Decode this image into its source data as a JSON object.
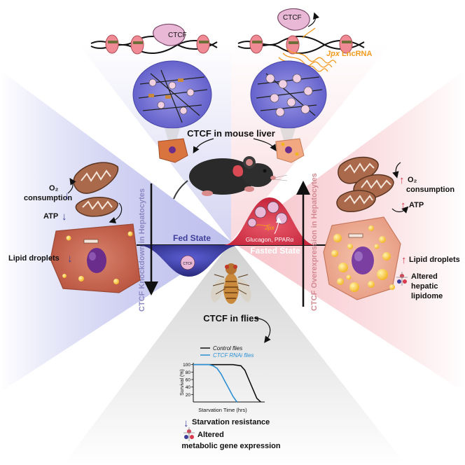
{
  "top": {
    "ctcf_left": "CTCF",
    "ctcf_right": "CTCF",
    "lncrna_italic": "Jpx",
    "lncrna_suffix": " LncRNA"
  },
  "mouse_label": "CTCF in mouse liver",
  "left_panel": {
    "o2": "O₂",
    "consumption": "consumption",
    "atp": "ATP",
    "lipid": "Lipid droplets",
    "vertical": "CTCF Knockdown in Hepatocytes"
  },
  "right_panel": {
    "o2": "O₂",
    "consumption": "consumption",
    "atp": "ATP",
    "lipid": "Lipid droplets",
    "altered": "Altered",
    "hepatic": "hepatic",
    "lipidome": "lipidome",
    "vertical": "CTCF Overexpression in Hepatocytes"
  },
  "center": {
    "fed": "Fed State",
    "fasted": "Fasted State",
    "glucagon": "Glucagon, PPARα",
    "jpx": "Jpx",
    "ctcf_small": "CTCF"
  },
  "flies": {
    "title": "CTCF in flies",
    "legend": [
      "Control flies",
      "CTCF RNAi flies"
    ],
    "resistance": "Starvation resistance",
    "altered1": "Altered",
    "altered2": "metabolic gene expression"
  },
  "chart_data": {
    "type": "line",
    "title": "",
    "xlabel": "Starvation Time (hrs)",
    "ylabel": "Survival (%)",
    "ylim": [
      0,
      105
    ],
    "yticks": [
      20,
      40,
      60,
      80,
      100
    ],
    "series": [
      {
        "name": "Control flies",
        "color": "#111111",
        "x": [
          0,
          10,
          20,
          30,
          40,
          50,
          60,
          65,
          70,
          75,
          80,
          85
        ],
        "y": [
          100,
          100,
          100,
          100,
          100,
          100,
          97,
          85,
          60,
          35,
          10,
          0
        ]
      },
      {
        "name": "CTCF RNAi flies",
        "color": "#2a8fd4",
        "x": [
          0,
          10,
          20,
          25,
          30,
          35,
          40,
          45,
          50,
          55
        ],
        "y": [
          100,
          100,
          100,
          97,
          90,
          75,
          55,
          35,
          15,
          0
        ]
      }
    ]
  },
  "colors": {
    "blue_state": "#3e3f9a",
    "red_state": "#d93a4f",
    "lncrna": "#f29a1f",
    "ctcf_protein": "#e8b8d6"
  }
}
